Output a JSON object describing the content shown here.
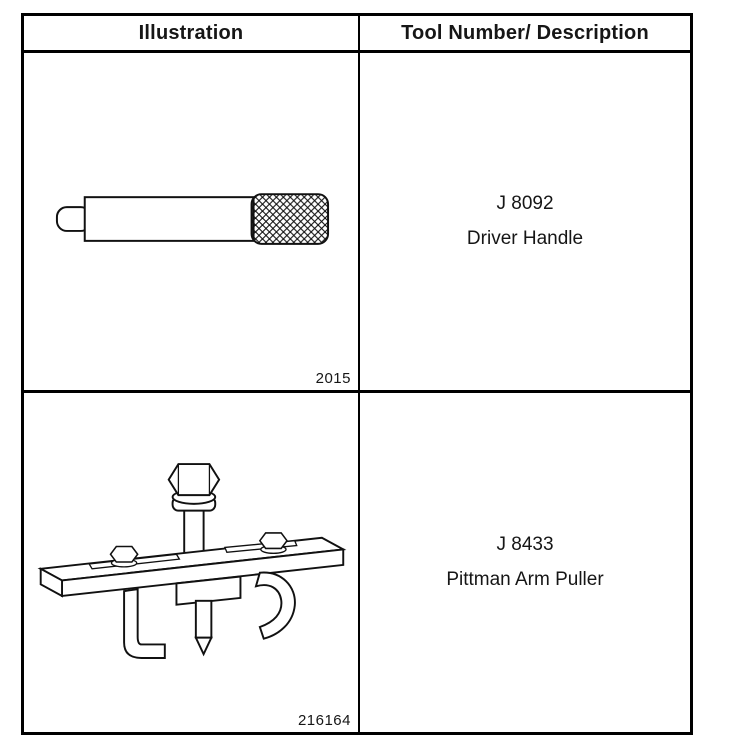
{
  "document": {
    "headers": {
      "illustration": "Illustration",
      "tool": "Tool Number/ Description"
    },
    "rows": [
      {
        "figure_number": "2015",
        "tool_number": "J 8092",
        "description": "Driver Handle",
        "illustration_name": "driver-handle"
      },
      {
        "figure_number": "216164",
        "tool_number": "J 8433",
        "description": "Pittman Arm Puller",
        "illustration_name": "pittman-arm-puller"
      }
    ],
    "colors": {
      "line": "#111111",
      "background": "#ffffff"
    }
  }
}
